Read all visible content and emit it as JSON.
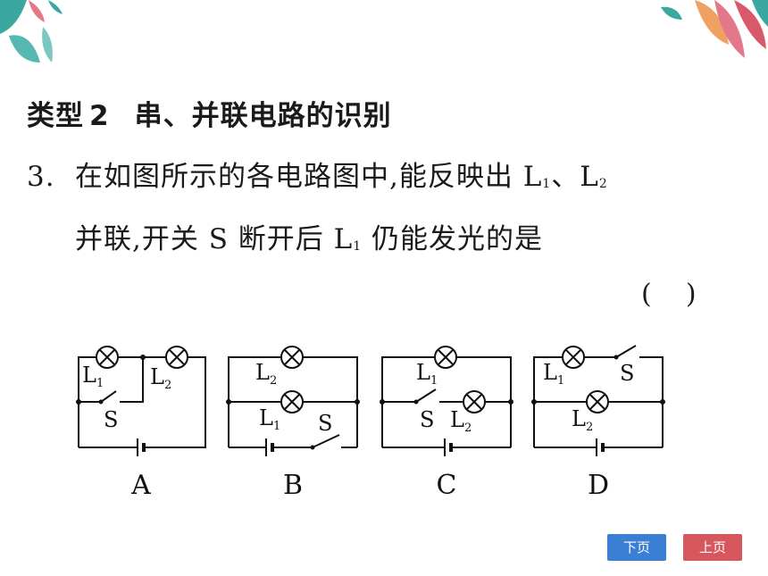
{
  "section": {
    "type_label": "类型",
    "type_number": "2",
    "title": "串、并联电路的识别"
  },
  "question": {
    "number": "3.",
    "line1_a": "在如图所示的各电路图中,能反映出 L",
    "line1_sub1": "1",
    "line1_b": "、L",
    "line1_sub2": "2",
    "line2_a": "并联,开关 S 断开后 L",
    "line2_sub": "1",
    "line2_b": " 仍能发光的是",
    "answer_paren": "(    )"
  },
  "circuits": {
    "options": [
      "A",
      "B",
      "C",
      "D"
    ],
    "lamp1": "L",
    "lamp2": "L",
    "sub1": "1",
    "sub2": "2",
    "switch": "S"
  },
  "nav": {
    "next_label": "下页",
    "prev_label": "上页"
  },
  "colors": {
    "next": "#3a7fd4",
    "prev": "#d6575e",
    "leaf_teal": "#3aa7a0",
    "leaf_pink": "#e2788a",
    "leaf_orange": "#f0a060"
  }
}
